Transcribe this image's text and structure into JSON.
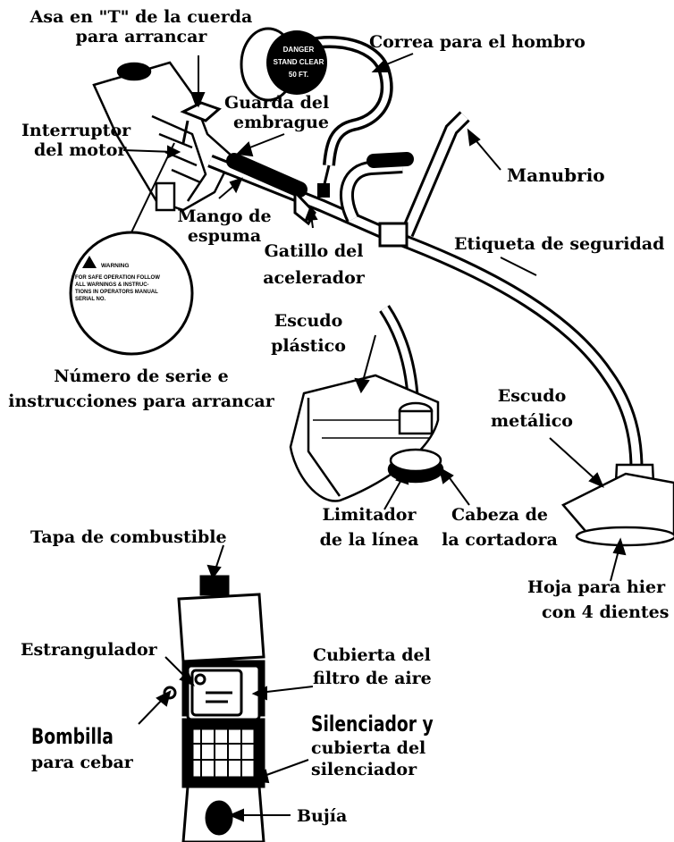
{
  "labels": {
    "asa_t": [
      "Asa en \"T\" de la cuerda",
      "para arrancar"
    ],
    "correa": "Correa para el hombro",
    "guarda": [
      "Guarda del",
      "embrague"
    ],
    "interruptor": [
      "Interruptor",
      "del motor"
    ],
    "manubrio": "Manubrio",
    "mango": [
      "Mango de",
      "espuma"
    ],
    "gatillo": [
      "Gatillo del",
      "acelerador"
    ],
    "etiqueta": "Etiqueta de seguridad",
    "escudo_plastico": [
      "Escudo",
      "plástico"
    ],
    "numero_serie": [
      "Número de serie e",
      "instrucciones para arrancar"
    ],
    "escudo_metalico": [
      "Escudo",
      "metálico"
    ],
    "limitador": [
      "Limitador",
      "de la línea"
    ],
    "cabeza": [
      "Cabeza de",
      "la cortadora"
    ],
    "tapa": "Tapa de combustible",
    "hoja": [
      "Hoja para hier",
      "con 4 dientes"
    ],
    "estrangulador": "Estrangulador",
    "cubierta_filtro": [
      "Cubierta del",
      "filtro de aire"
    ],
    "bombilla": [
      "Bombilla",
      "para cebar"
    ],
    "silenciador": [
      "Silenciador y",
      "cubierta del",
      "silenciador"
    ],
    "bujia": "Bujía"
  },
  "sticker_text": {
    "danger": [
      "DANGER",
      "STAND CLEAR",
      "50 FT."
    ],
    "warning": [
      "WARNING",
      "FOR SAFE OPERATION FOLLOW",
      "ALL WARNINGS & INSTRUC-",
      "TIONS IN OPERATORS MANUAL",
      "SERIAL NO."
    ]
  }
}
